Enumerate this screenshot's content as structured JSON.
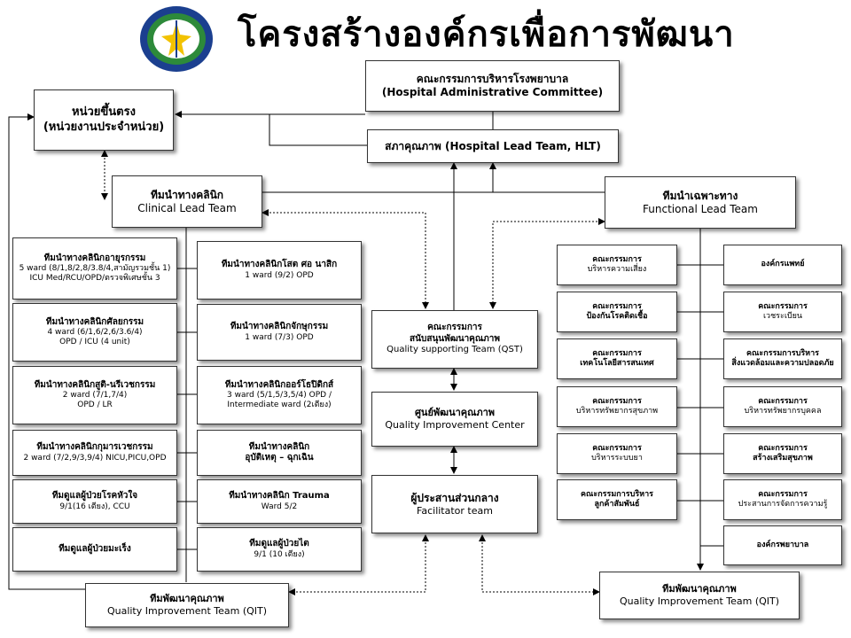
{
  "title": "โครงสร้างองค์กรเพื่อการพัฒนา",
  "logo": {
    "icon": "hospital-emblem",
    "colors": [
      "#1b3f8f",
      "#f2c200",
      "#2d8a3a"
    ]
  },
  "hospital_admin": {
    "th": "คณะกรรมการบริหารโรงพยาบาล",
    "en": "(Hospital Administrative Committee)"
  },
  "unit": {
    "line1": "หน่วยขึ้นตรง",
    "line2": "(หน่วยงานประจำหน่วย)"
  },
  "hlt": "สภาคุณภาพ (Hospital Lead Team, HLT)",
  "clt": {
    "th": "ทีมนำทางคลินิก",
    "en": "Clinical Lead Team"
  },
  "flt": {
    "th": "ทีมนำเฉพาะทาง",
    "en": "Functional Lead Team"
  },
  "clinical_left": [
    {
      "title": "ทีมนำทางคลินิกอายุรกรรม",
      "lines": [
        "5 ward (8/1,8/2,8/3.8/4,สามัญรวมชั้น 1)",
        "ICU Med/RCU/OPD/ตรวจพิเศษชั้น 3"
      ]
    },
    {
      "title": "ทีมนำทางคลินิกศัลยกรรม",
      "lines": [
        "4 ward (6/1,6/2,6/3.6/4)",
        "OPD / ICU (4 unit)"
      ]
    },
    {
      "title": "ทีมนำทางคลินิกสูติ-นรีเวชกรรม",
      "lines": [
        "2 ward (7/1,7/4)",
        "OPD / LR"
      ]
    },
    {
      "title": "ทีมนำทางคลินิกกุมารเวชกรรม",
      "lines": [
        "2 ward (7/2,9/3,9/4) NICU,PICU,OPD"
      ]
    },
    {
      "title": "ทีมดูแลผู้ป่วยโรคหัวใจ",
      "lines": [
        "9/1(16 เตียง), CCU"
      ]
    },
    {
      "title": "ทีมดูแลผู้ป่วยมะเร็ง",
      "lines": []
    }
  ],
  "clinical_right": [
    {
      "title": "ทีมนำทางคลินิกโสต ศอ นาสิก",
      "lines": [
        "1 ward (9/2) OPD"
      ]
    },
    {
      "title": "ทีมนำทางคลินิกจักษุกรรม",
      "lines": [
        "1 ward (7/3) OPD"
      ]
    },
    {
      "title": "ทีมนำทางคลินิกออร์โธปิดิกส์",
      "lines": [
        "3 ward (5/1,5/3,5/4) OPD /",
        "Intermediate ward (2เตียง)"
      ]
    },
    {
      "title": "ทีมนำทางคลินิก",
      "lines": [
        "อุบัติเหตุ – ฉุกเฉิน"
      ]
    },
    {
      "title": "ทีมนำทางคลินิก Trauma",
      "lines": [
        "Ward 5/2"
      ]
    },
    {
      "title": "ทีมดูแลผู้ป่วยไต",
      "lines": [
        "9/1 (10 เตียง)"
      ]
    }
  ],
  "qst": {
    "line1": "คณะกรรมการ",
    "line2": "สนับสนุนพัฒนาคุณภาพ",
    "en": "Quality supporting Team (QST)"
  },
  "qic": {
    "th": "ศูนย์พัฒนาคุณภาพ",
    "en": "Quality Improvement Center"
  },
  "facilitator": {
    "th": "ผู้ประสานส่วนกลาง",
    "en": "Facilitator team"
  },
  "qit_left": {
    "th": "ทีมพัฒนาคุณภาพ",
    "en": "Quality Improvement Team (QIT)"
  },
  "qit_right": {
    "th": "ทีมพัฒนาคุณภาพ",
    "en": "Quality Improvement Team (QIT)"
  },
  "functional_left": [
    {
      "line1": "คณะกรรมการ",
      "line2": "บริหารความเสี่ยง"
    },
    {
      "line1": "คณะกรรมการ",
      "line2": "ป้องกันโรคติดเชื้อ"
    },
    {
      "line1": "คณะกรรมการ",
      "line2": "เทคโนโลยีสารสนเทศ"
    },
    {
      "line1": "คณะกรรมการ",
      "line2": "บริหารทรัพยากรสุขภาพ"
    },
    {
      "line1": "คณะกรรมการ",
      "line2": "บริหารระบบยา"
    },
    {
      "line1": "คณะกรรมการบริหาร",
      "line2": "ลูกค้าสัมพันธ์"
    }
  ],
  "functional_right": [
    {
      "line1": "องค์กรแพทย์",
      "line2": ""
    },
    {
      "line1": "คณะกรรมการ",
      "line2": "เวชระเบียน"
    },
    {
      "line1": "คณะกรรมการบริหาร",
      "line2": "สิ่งแวดล้อมและความปลอดภัย"
    },
    {
      "line1": "คณะกรรมการ",
      "line2": "บริหารทรัพยากรบุคคล"
    },
    {
      "line1": "คณะกรรมการ",
      "line2": "สร้างเสริมสุขภาพ"
    },
    {
      "line1": "คณะกรรมการ",
      "line2": "ประสานการจัดการความรู้"
    },
    {
      "line1": "องค์กรพยาบาล",
      "line2": ""
    }
  ]
}
